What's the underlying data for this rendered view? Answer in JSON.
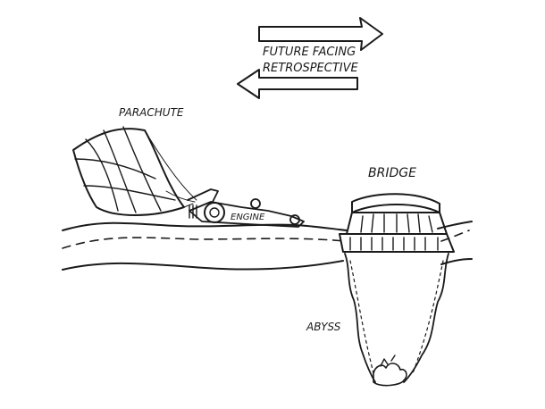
{
  "labels": {
    "future_facing": "FUTURE FACING",
    "retrospective": "RETROSPECTIVE",
    "parachute": "PARACHUTE",
    "engine": "ENGINE",
    "bridge": "BRIDGE",
    "abyss": "ABYSS"
  },
  "colors": {
    "ink": "#1a1a1a",
    "paper": "#ffffff"
  }
}
